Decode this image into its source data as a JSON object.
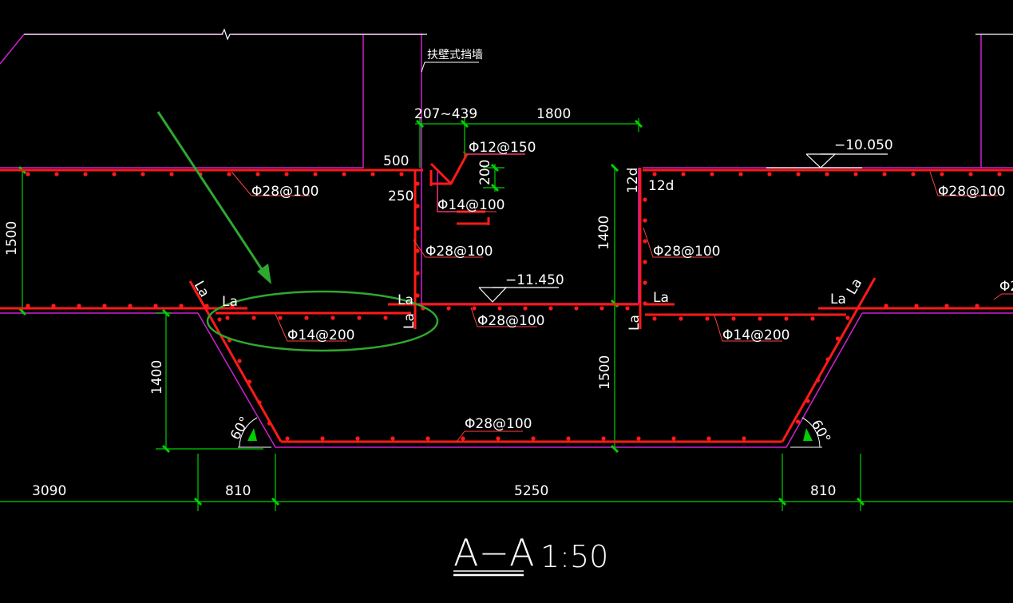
{
  "drawing": {
    "title": "A−A",
    "scale": "1:50",
    "wall_label": "扶壁式挡墙"
  },
  "dimensions": {
    "d207_439": "207~439",
    "d1800": "1800",
    "d500": "500",
    "d250": "250",
    "d200": "200",
    "d12d_a": "12d",
    "d12d_b": "12d",
    "d1400_inner": "1400",
    "d1500_left": "1500",
    "d1400_left": "1400",
    "d1500_mid": "1500",
    "d3090": "3090",
    "d810_left": "810",
    "d5250": "5250",
    "d810_right": "810"
  },
  "elevations": {
    "top": "−10.050",
    "bottom": "−11.450"
  },
  "rebar": {
    "r_top_left": "Φ28@100",
    "r_top_right": "Φ28@100",
    "r_12_150": "Φ12@150",
    "r_14_100": "Φ14@100",
    "r_wall_left": "Φ28@100",
    "r_wall_right": "Φ28@100",
    "r_slab_mid": "Φ28@100",
    "r_14_200_left": "Φ14@200",
    "r_14_200_right": "Φ14@200",
    "r_bottom": "Φ28@100",
    "r_far_right": "Φ2"
  },
  "anchorage": {
    "la1": "La",
    "la2": "La",
    "la3": "La",
    "la4": "La",
    "la5": "La",
    "la6": "La",
    "la7": "La",
    "la8": "La"
  },
  "angles": {
    "left": "60°",
    "right": "60°"
  },
  "colors": {
    "rebar": "#ff1a1a",
    "dimension": "#00d000",
    "outline": "#d020d0",
    "annotation": "#33aa33"
  }
}
